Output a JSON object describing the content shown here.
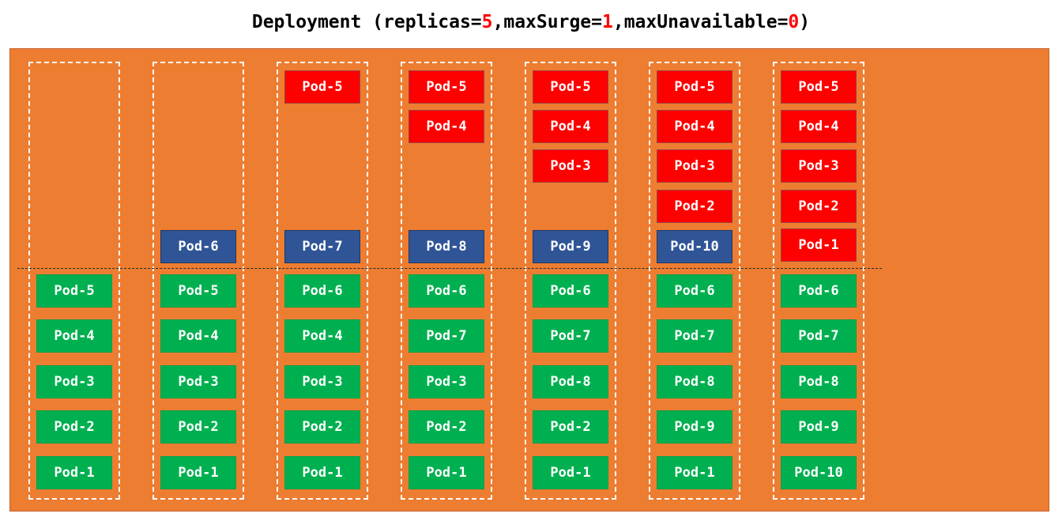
{
  "title": {
    "prefix": "Deployment (replicas=",
    "replicas": "5",
    "mid1": ",maxSurge=",
    "max_surge": "1",
    "mid2": ",maxUnavailable=",
    "max_unavailable": "0",
    "suffix": ")"
  },
  "colors": {
    "panel": "#ed7d31",
    "new_pod": "#ff0000",
    "surge_pod": "#2f5597",
    "running_pod": "#00b050",
    "highlight": "#ff0000"
  },
  "steps": [
    {
      "new": [],
      "surge": [],
      "running": [
        "Pod-5",
        "Pod-4",
        "Pod-3",
        "Pod-2",
        "Pod-1"
      ]
    },
    {
      "new": [],
      "surge": [
        "Pod-6"
      ],
      "running": [
        "Pod-5",
        "Pod-4",
        "Pod-3",
        "Pod-2",
        "Pod-1"
      ]
    },
    {
      "new": [
        "Pod-5"
      ],
      "surge": [
        "Pod-7"
      ],
      "running": [
        "Pod-6",
        "Pod-4",
        "Pod-3",
        "Pod-2",
        "Pod-1"
      ]
    },
    {
      "new": [
        "Pod-5",
        "Pod-4"
      ],
      "surge": [
        "Pod-8"
      ],
      "running": [
        "Pod-6",
        "Pod-7",
        "Pod-3",
        "Pod-2",
        "Pod-1"
      ]
    },
    {
      "new": [
        "Pod-5",
        "Pod-4",
        "Pod-3"
      ],
      "surge": [
        "Pod-9"
      ],
      "running": [
        "Pod-6",
        "Pod-7",
        "Pod-8",
        "Pod-2",
        "Pod-1"
      ]
    },
    {
      "new": [
        "Pod-5",
        "Pod-4",
        "Pod-3",
        "Pod-2"
      ],
      "surge": [
        "Pod-10"
      ],
      "running": [
        "Pod-6",
        "Pod-7",
        "Pod-8",
        "Pod-9",
        "Pod-1"
      ]
    },
    {
      "new": [
        "Pod-5",
        "Pod-4",
        "Pod-3",
        "Pod-2",
        "Pod-1"
      ],
      "surge": [],
      "running": [
        "Pod-6",
        "Pod-7",
        "Pod-8",
        "Pod-9",
        "Pod-10"
      ]
    }
  ]
}
